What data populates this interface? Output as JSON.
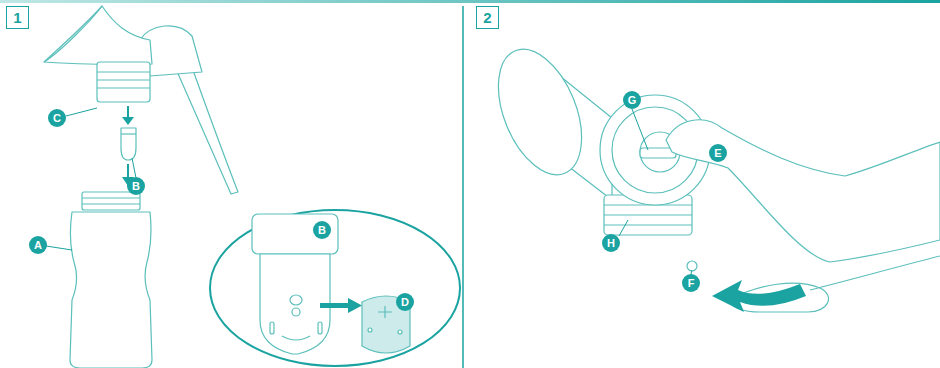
{
  "diagram": {
    "nodes": [
      {
        "text": [
          "1"
        ]
      },
      {
        "text": [
          "2"
        ]
      }
    ],
    "labels": [
      "C",
      "B",
      "A",
      "B",
      "D",
      "G",
      "E",
      "H",
      "F"
    ]
  }
}
